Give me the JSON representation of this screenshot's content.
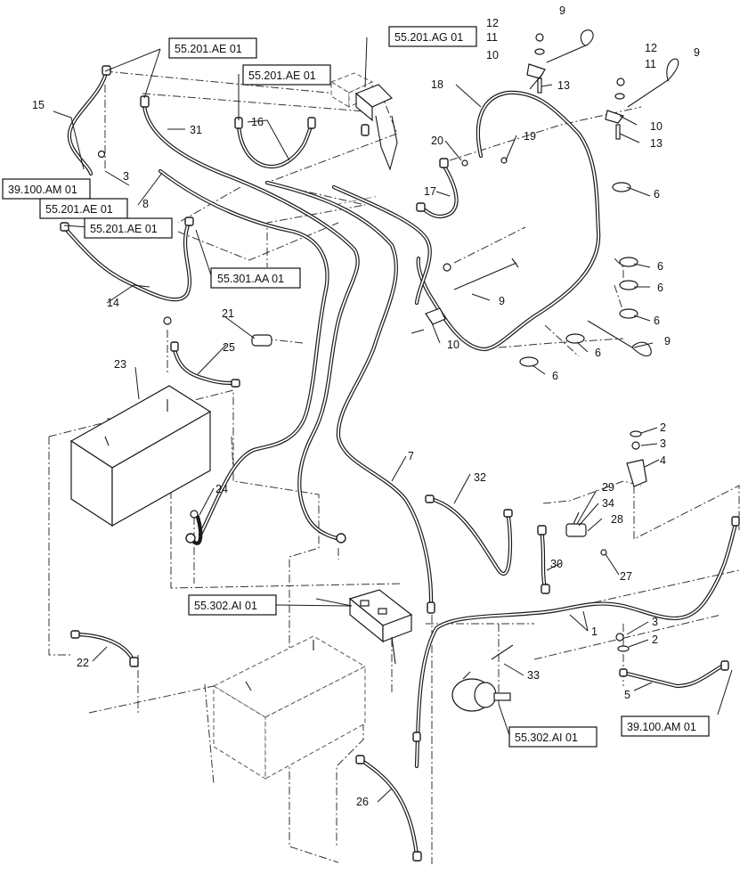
{
  "references": {
    "r1": "55.201.AE 01",
    "r2": "55.201.AG 01",
    "r3": "55.201.AE 01",
    "r4": "39.100.AM 01",
    "r5": "55.201.AE 01",
    "r6": "55.201.AE 01",
    "r7": "55.301.AA 01",
    "r8": "55.302.AI 01",
    "r9": "55.302.AI 01",
    "r10": "39.100.AM 01"
  },
  "callouts": {
    "c12a": "12",
    "c11a": "11",
    "c10a": "10",
    "c9a": "9",
    "c12b": "12",
    "c11b": "11",
    "c9b": "9",
    "c10b": "10",
    "c13a": "13",
    "c13b": "13",
    "c18": "18",
    "c20": "20",
    "c19": "19",
    "c17": "17",
    "c6a": "6",
    "c6b": "6",
    "c6c": "6",
    "c6d": "6",
    "c6e": "6",
    "c6f": "6",
    "c9c": "9",
    "c9d": "9",
    "c10c": "10",
    "c15": "15",
    "c31": "31",
    "c16": "16",
    "c3a": "3",
    "c8": "8",
    "c14": "14",
    "c21": "21",
    "c25": "25",
    "c23": "23",
    "c24": "24",
    "c7": "7",
    "c32": "32",
    "c2a": "2",
    "c3b": "3",
    "c4": "4",
    "c29": "29",
    "c34": "34",
    "c28": "28",
    "c27": "27",
    "c30": "30",
    "c1": "1",
    "c3c": "3",
    "c2b": "2",
    "c5": "5",
    "c22": "22",
    "c33": "33",
    "c26": "26"
  }
}
